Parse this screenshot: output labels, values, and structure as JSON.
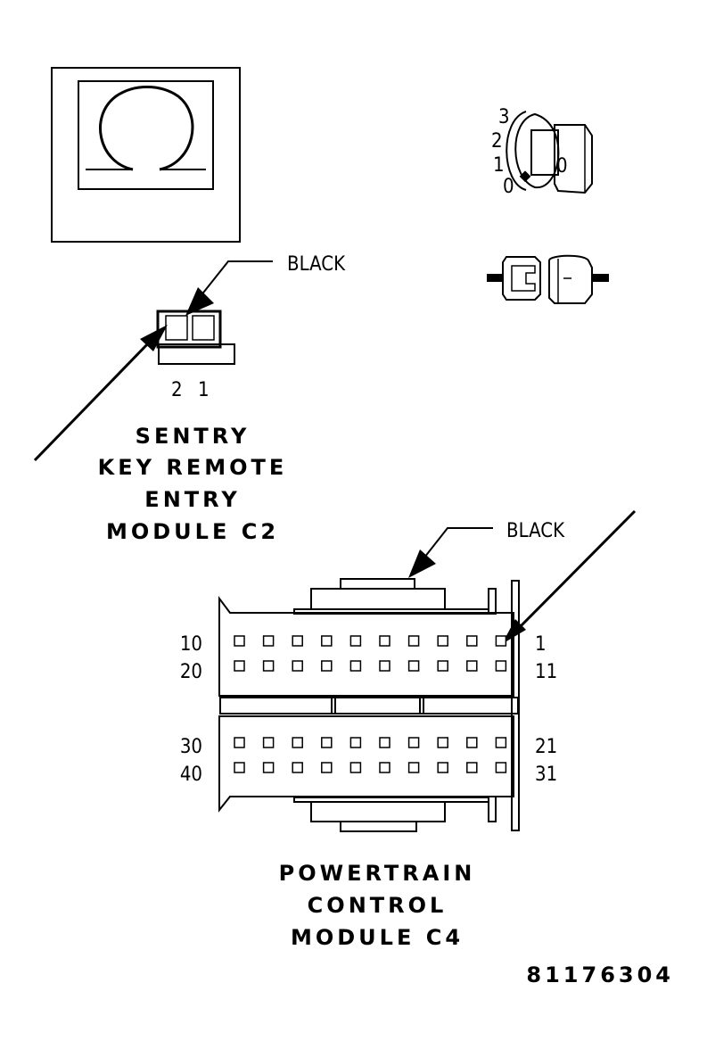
{
  "sentry_connector": {
    "color_label": "BLACK",
    "pin_labels": [
      "2",
      "1"
    ],
    "title_lines": [
      "SENTRY",
      "KEY REMOTE",
      "ENTRY",
      "MODULE C2"
    ]
  },
  "pcm_connector": {
    "color_label": "BLACK",
    "row_labels": {
      "row1_left": "10",
      "row1_right": "1",
      "row2_left": "20",
      "row2_right": "11",
      "row3_left": "30",
      "row3_right": "21",
      "row4_left": "40",
      "row4_right": "31"
    },
    "title_lines": [
      "POWERTRAIN",
      "CONTROL",
      "MODULE C4"
    ]
  },
  "ignition_positions": [
    "3",
    "2",
    "1",
    "0"
  ],
  "key_glyph": "0",
  "figure_id": "81176304"
}
